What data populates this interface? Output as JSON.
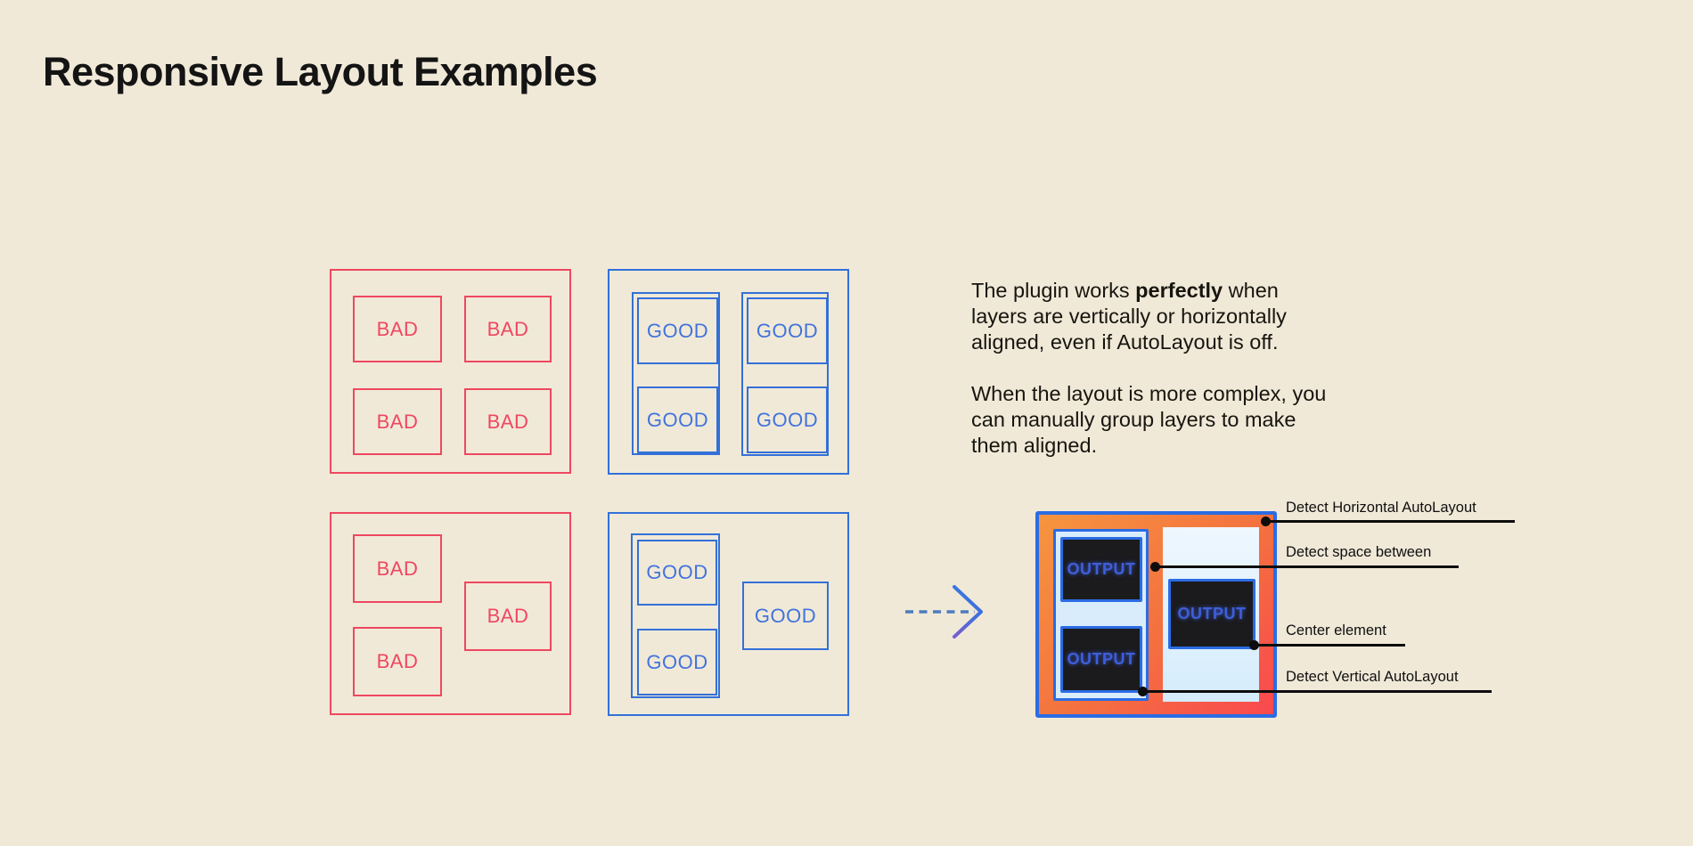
{
  "title": "Responsive Layout Examples",
  "labels": {
    "bad": "BAD",
    "good": "GOOD",
    "output": "OUTPUT"
  },
  "description": {
    "p1_before": "The plugin works ",
    "p1_bold": "perfectly",
    "p1_after": " when\nlayers are vertically or horizontally\naligned, even if AutoLayout is off.",
    "p2": "When the layout is more complex, you\ncan manually group layers to make\nthem aligned."
  },
  "annotations": [
    {
      "label": "Detect Horizontal AutoLayout"
    },
    {
      "label": "Detect space between"
    },
    {
      "label": "Center element"
    },
    {
      "label": "Detect Vertical AutoLayout"
    }
  ],
  "icons": {
    "arrow": "arrow-right-icon"
  },
  "colors": {
    "background": "#f0e9d8",
    "red": "#ef4760",
    "blue": "#3370d8",
    "output_blue": "#2b6ce4",
    "light_blue_fill": "#d9ecfb",
    "dark_box": "#1b1b1d",
    "output_text": "#3e5fd8",
    "orange_gradient_start": "#f6953f",
    "orange_gradient_end": "#f9484f",
    "annotation_black": "#0d0d0d"
  }
}
